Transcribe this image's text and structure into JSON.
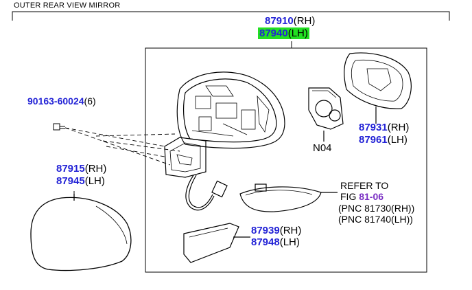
{
  "title": "OUTER REAR VIEW MIRROR",
  "assembly": {
    "part_rh": "87910",
    "side_rh": "(RH)",
    "part_lh": "87940",
    "side_lh": "(LH)"
  },
  "screw": {
    "part": "90163-60024",
    "qty": "(6)"
  },
  "cover": {
    "part_rh": "87915",
    "side_rh": "(RH)",
    "part_lh": "87945",
    "side_lh": "(LH)"
  },
  "mirror_glass": {
    "part_rh": "87931",
    "side_rh": "(RH)",
    "part_lh": "87961",
    "side_lh": "(LH)"
  },
  "motor": {
    "label": "N04"
  },
  "lower_cover": {
    "part_rh": "87939",
    "side_rh": "(RH)",
    "part_lh": "87948",
    "side_lh": "(LH)"
  },
  "signal_lamp": {
    "refer_line1": "REFER TO",
    "refer_fig_prefix": "FIG ",
    "refer_fig": "81-06",
    "pnc_rh": "(PNC 81730(RH))",
    "pnc_lh": "(PNC 81740(LH))"
  },
  "colors": {
    "part_number": "#2323d6",
    "figure_ref": "#7a2fc4",
    "highlight": "#22e022"
  }
}
